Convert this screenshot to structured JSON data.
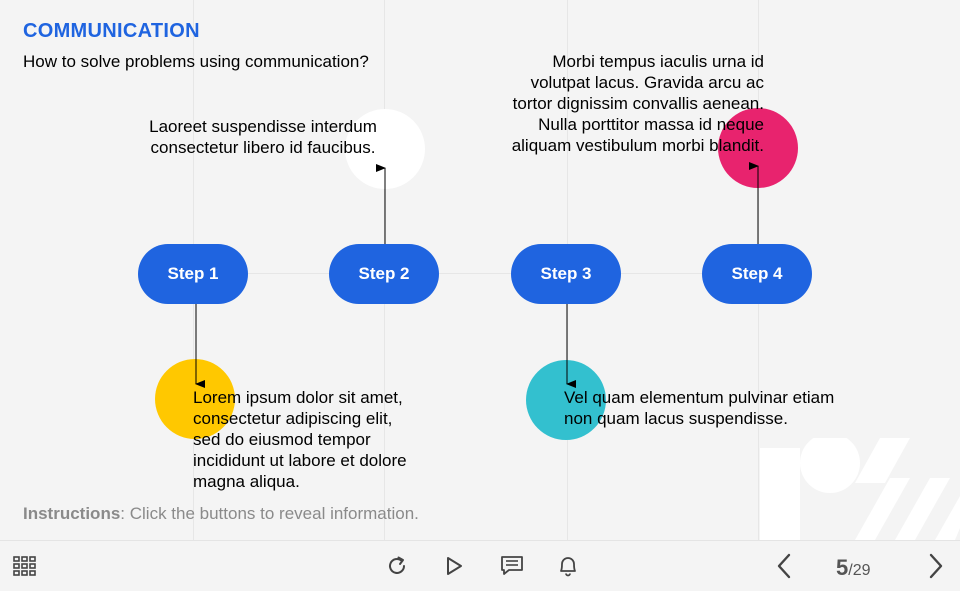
{
  "header": {
    "title": "COMMUNICATION",
    "subtitle": "How to solve problems using communication?"
  },
  "steps": [
    {
      "label": "Step 1",
      "dot_color": "#ffc800",
      "text_lines": [
        "Lorem ipsum dolor sit amet,",
        "consectetur adipiscing elit,",
        "sed do eiusmod tempor",
        "incididunt ut labore et dolore",
        "magna aliqua."
      ]
    },
    {
      "label": "Step 2",
      "dot_color": "#ffffff",
      "text_lines": [
        "Laoreet suspendisse interdum",
        "consectetur libero id faucibus."
      ]
    },
    {
      "label": "Step 3",
      "dot_color": "#33c0cf",
      "text_lines": [
        "Vel quam elementum pulvinar etiam",
        "non quam lacus suspendisse."
      ]
    },
    {
      "label": "Step 4",
      "dot_color": "#e8236e",
      "text_lines": [
        "Morbi tempus iaculis urna id",
        "volutpat lacus. Gravida arcu ac",
        "tortor dignissim convallis aenean.",
        "Nulla porttitor massa id neque",
        "aliquam vestibulum morbi blandit."
      ]
    }
  ],
  "instructions": {
    "label": "Instructions",
    "text": ": Click the buttons to reveal information."
  },
  "player": {
    "menu_icon": "grid-menu-icon",
    "replay_icon": "replay-icon",
    "play_icon": "play-icon",
    "transcript_icon": "transcript-icon",
    "notification_icon": "bell-icon",
    "prev_icon": "chevron-left-icon",
    "next_icon": "chevron-right-icon",
    "current_page": "5",
    "total_pages": "/29"
  },
  "colors": {
    "accent": "#1f64e0",
    "background": "#f4f4f4"
  }
}
